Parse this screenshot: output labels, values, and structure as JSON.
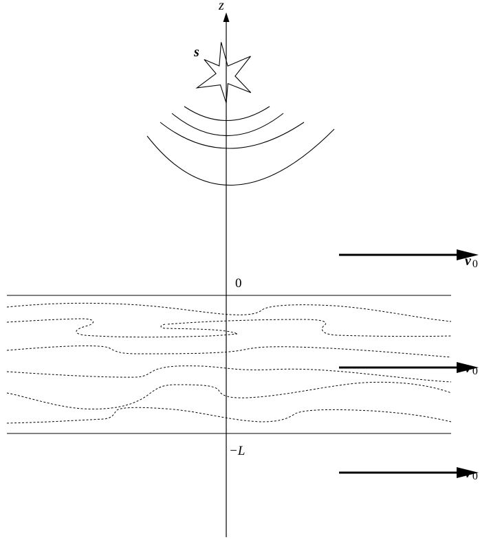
{
  "axis": {
    "label": "z"
  },
  "source": {
    "label": "s"
  },
  "layer": {
    "top_label": "0",
    "bottom_label": "−L"
  },
  "velocity_arrows": [
    {
      "label_main": "v",
      "label_sub": "0"
    },
    {
      "label_main": "v",
      "label_sub": "0"
    },
    {
      "label_main": "v",
      "label_sub": "0"
    }
  ],
  "colors": {
    "ink": "#000000",
    "background": "#ffffff"
  }
}
